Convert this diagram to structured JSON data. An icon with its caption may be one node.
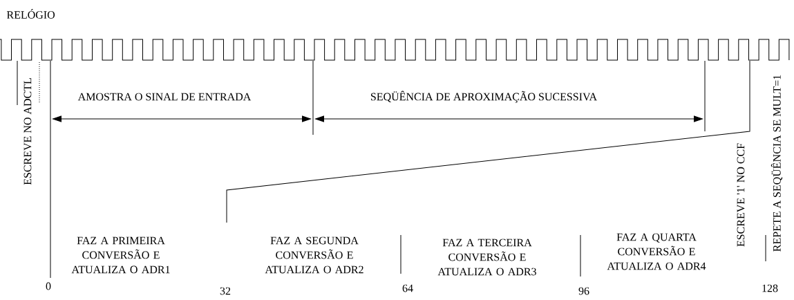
{
  "diagram": {
    "labels": [
      "RELÓGIO",
      "ESCREVE NO ADCTL",
      "AMOSTRA O SINAL DE ENTRADA",
      "SEQÜÊNCIA DE APROXIMAÇÃO SUCESSIVA",
      "ESCREVE '1' NO CCF",
      "REPETE A SEQÜÊNCIA SE MULT=1",
      "FAZ A PRIMEIRA CONVERSÃO E ATUALIZA O ADR1",
      "FAZ A SEGUNDA CONVERSÃO E ATUALIZA O ADR2",
      "FAZ A TERCEIRA CONVERSÃO E ATUALIZA O ADR3",
      "FAZ A QUARTA CONVERSÃO E ATUALIZA O ADR4",
      "0",
      "32",
      "64",
      "96",
      "128"
    ]
  }
}
